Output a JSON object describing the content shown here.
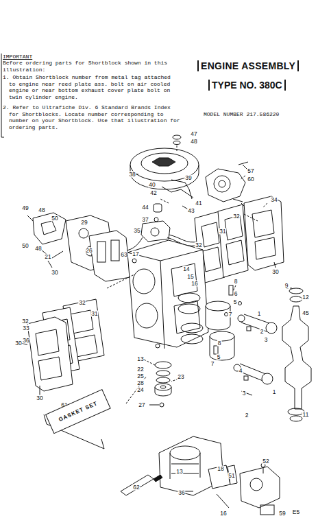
{
  "diagram": {
    "title": "ENGINE ASSEMBLY",
    "nodes": [
      {
        "text": [
          "GASKET SET"
        ]
      }
    ],
    "labels": [
      "IMPORTANT",
      "Before ordering parts for Shortblock shown in this illustration:",
      "1. Obtain Shortblock number from metal tag attached to engine near reed plate ass. bolt on air cooled engine or near bottom exhaust cover plate bolt on twin cylinder engine.",
      "2. Refer to Ultrafiche Div. 6 Standard Brands Index for Shortblocks. Locate number corresponding to number on your Shortblock. Use that illustration for ordering parts.",
      "TYPE NO. 380C",
      "MODEL NUMBER 217.586220",
      "47",
      "48",
      "38",
      "57",
      "60",
      "40",
      "39",
      "42",
      "41",
      "43",
      "44",
      "37",
      "35",
      "34",
      "32",
      "31",
      "30",
      "49",
      "48",
      "50",
      "29",
      "50",
      "48",
      "21",
      "26",
      "63",
      "17",
      "32",
      "30",
      "14",
      "15",
      "16",
      "32",
      "31",
      "33",
      "32",
      "36",
      "30",
      "30",
      "8",
      "6",
      "5",
      "7",
      "1",
      "2",
      "3",
      "8",
      "5",
      "7",
      "4",
      "2",
      "3",
      "1",
      "9",
      "12",
      "45",
      "11",
      "13",
      "22",
      "25",
      "28",
      "24",
      "23",
      "27",
      "61",
      "62",
      "13",
      "18",
      "51",
      "52",
      "36",
      "16",
      "59",
      "E5"
    ]
  }
}
